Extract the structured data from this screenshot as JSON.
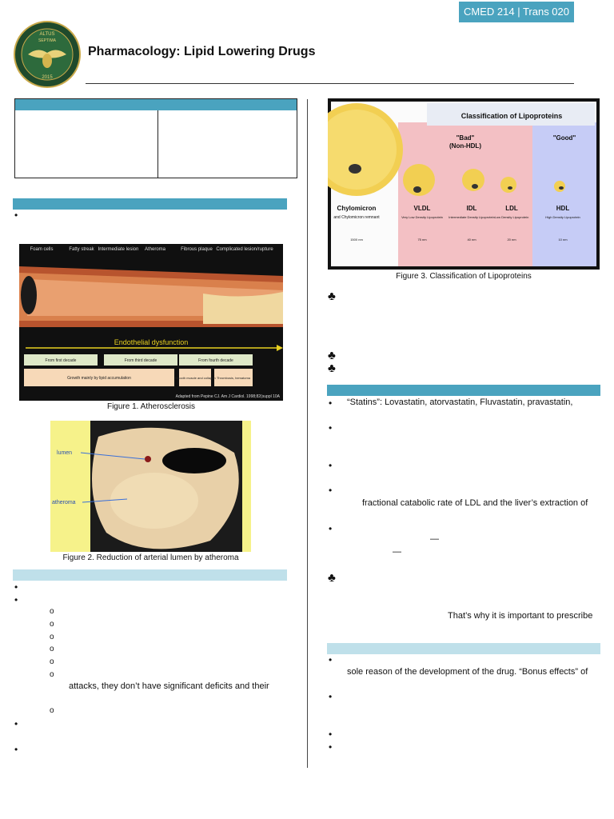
{
  "header": {
    "badge": "CMED 214 | Trans 020",
    "title": "Pharmacology: Lipid Lowering Drugs",
    "logo": {
      "top_text": "ALTUS",
      "mid_text": "SEPTIMA",
      "year": "2015"
    }
  },
  "figure1": {
    "caption": "Figure 1. Atherosclerosis",
    "stages": [
      "Foam cells",
      "Fatty streak",
      "Intermediate lesion",
      "Atheroma",
      "Fibrous plaque",
      "Complicated lesion/rupture"
    ],
    "dysfunction_label": "Endothelial dysfunction",
    "decades": [
      "From first decade",
      "From third decade",
      "From fourth decade"
    ],
    "growth": [
      "Growth mainly by lipid accumulation",
      "Smooth muscle and collagen",
      "Thrombosis, hematoma"
    ],
    "source": "Adapted from Pepine CJ. Am J Cardiol. 1998;82(suppl 10A"
  },
  "figure2": {
    "caption": "Figure 2. Reduction of arterial lumen by atheroma",
    "label_lumen": "lumen",
    "label_atheroma": "atheroma"
  },
  "figure3": {
    "caption": "Figure 3. Classification of Lipoproteins",
    "title": "Classification of Lipoproteins",
    "bad_label": "\"Bad\"",
    "bad_sub": "(Non-HDL)",
    "good_label": "\"Good\"",
    "particles": [
      {
        "name": "Chylomicron",
        "sub": "and Chylomicron remnant",
        "size": "1500 nm"
      },
      {
        "name": "VLDL",
        "sub": "Very Low Density Lipoprotein",
        "size": "75 nm"
      },
      {
        "name": "IDL",
        "sub": "Intermediate Density Lipoprotein",
        "size": "40 nm"
      },
      {
        "name": "LDL",
        "sub": "Low Density Lipoprotein",
        "size": "20 nm"
      },
      {
        "name": "HDL",
        "sub": "High Density Lipoprotein",
        "size": "10 nm"
      }
    ]
  },
  "right_text": {
    "statins": "“Statins”:  Lovastatin,  atorvastatin,  Fluvastatin,  pravastatin,",
    "fractional": "fractional catabolic rate of LDL and the liver’s extraction of",
    "thats_why": "That’s why it is important to prescribe",
    "sole_reason": "sole reason of the development of the drug. “Bonus effects” of"
  },
  "left_text": {
    "attacks": "attacks, they don’t have significant deficits and their"
  },
  "glyphs": {
    "bullet": "•",
    "circle": "o",
    "dash": "—",
    "person": "♣"
  }
}
